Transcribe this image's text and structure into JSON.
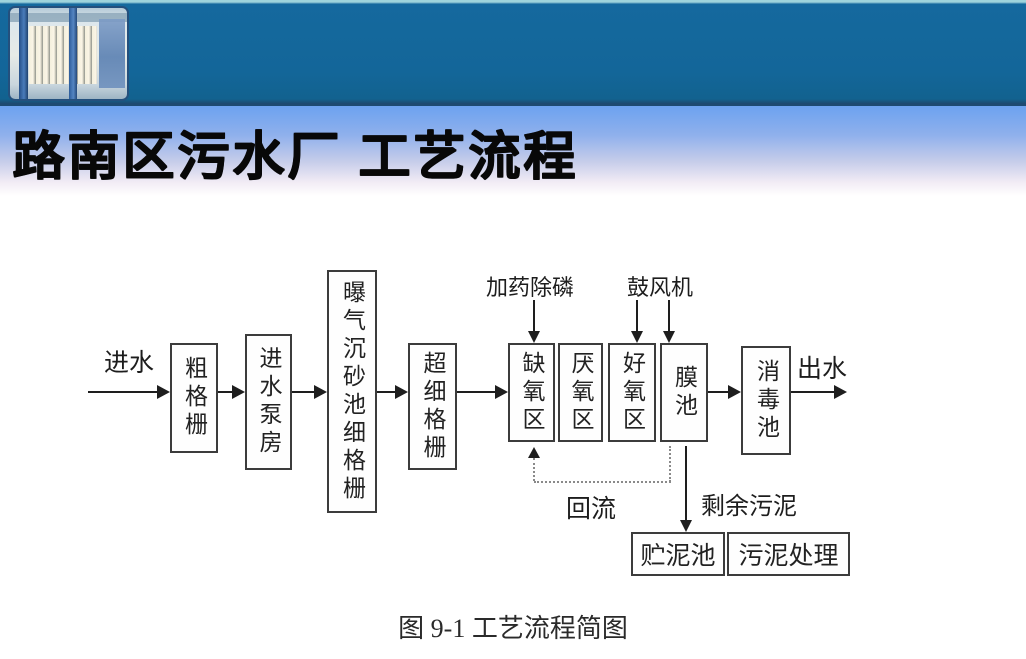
{
  "slide": {
    "title": "路南区污水厂 工艺流程"
  },
  "diagram": {
    "caption": "图 9-1 工艺流程简图",
    "labels": {
      "inflow": "进水",
      "outflow": "出水",
      "dosing": "加药除磷",
      "blower": "鼓风机",
      "reflux": "回流",
      "excess_sludge": "剩余污泥"
    },
    "boxes": [
      {
        "id": "coarse-screen",
        "label": "粗格栅"
      },
      {
        "id": "inlet-pump-house",
        "label": "进水泵房"
      },
      {
        "id": "aerated-grit-chamber-fine-screen",
        "label": "曝气沉砂池细格栅"
      },
      {
        "id": "ultra-fine-screen",
        "label": "超细格栅"
      },
      {
        "id": "anoxic-zone",
        "label": "缺氧区"
      },
      {
        "id": "anaerobic-zone",
        "label": "厌氧区"
      },
      {
        "id": "aerobic-zone",
        "label": "好氧区"
      },
      {
        "id": "membrane-tank",
        "label": "膜池"
      },
      {
        "id": "disinfection-tank",
        "label": "消毒池"
      },
      {
        "id": "sludge-storage-tank",
        "label": "贮泥池"
      },
      {
        "id": "sludge-treatment",
        "label": "污泥处理"
      }
    ],
    "connections": [
      "进水 → 粗格栅",
      "粗格栅 → 进水泵房",
      "进水泵房 → 曝气沉砂池细格栅",
      "曝气沉砂池细格栅 → 超细格栅",
      "超细格栅 → 缺氧区",
      "膜池 → 消毒池",
      "消毒池 → 出水",
      "加药除磷 → 缺氧区",
      "鼓风机 → 好氧区",
      "鼓风机 → 膜池",
      "膜池 ⇢ 缺氧区 (回流)",
      "膜池 → 贮泥池 (剩余污泥)"
    ],
    "colors": {
      "header_blue": "#14689C",
      "header_top_strip": "#9FD4DC",
      "title_band_blue": "#6CA2F0",
      "box_border": "#3C3C3C",
      "arrow": "#1E1E1E",
      "dashed_line": "#8A8A8A"
    }
  }
}
